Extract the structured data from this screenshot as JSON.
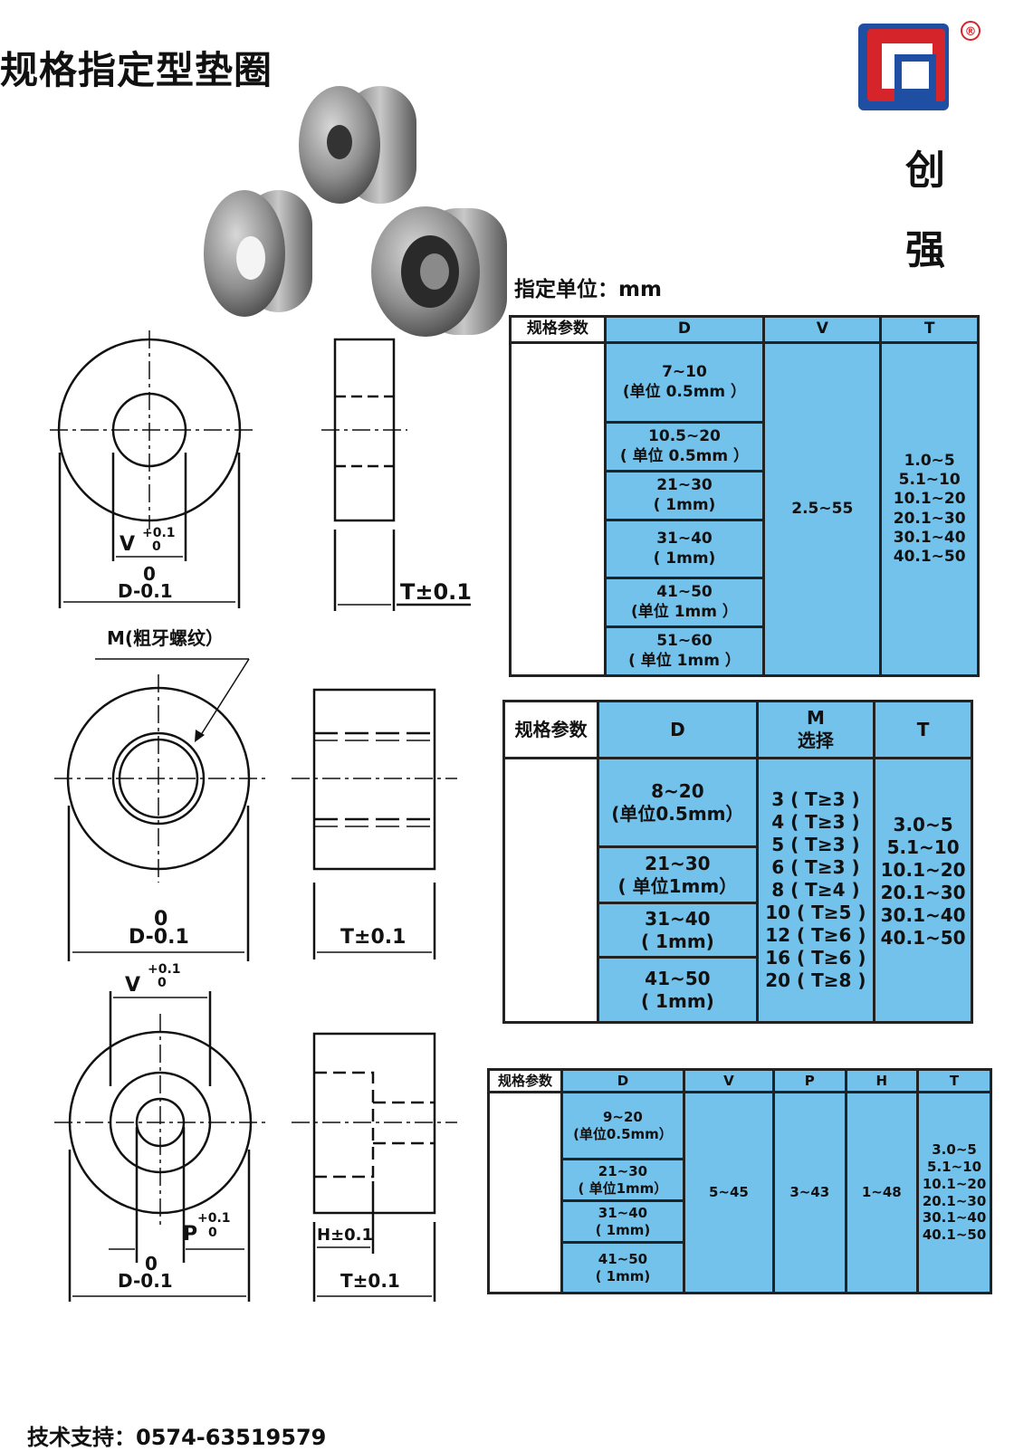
{
  "page": {
    "title": "规格指定型垫圈",
    "brand_chars": [
      "创",
      "强"
    ],
    "brand_logo_lettering": "®",
    "unit_label": "指定单位：mm",
    "footer": "技术支持：0574-63519579"
  },
  "colors": {
    "table_blue": "#72c2ec",
    "logo_red": "#d6252a",
    "logo_blue": "#1f4fa3"
  },
  "drawings": {
    "d1": {
      "v_label": "V",
      "v_tol_upper": "+0.1",
      "v_tol_lower": "0",
      "d_tol": "0",
      "d_label": "D-0.1",
      "t_label": "T±0.1"
    },
    "d2": {
      "m_label": "M(粗牙螺纹）",
      "d_tol": "0",
      "d_label": "D-0.1",
      "t_label": "T±0.1"
    },
    "d3": {
      "v_label": "V",
      "v_tol_upper": "+0.1",
      "v_tol_lower": "0",
      "p_label": "P",
      "p_tol_upper": "+0.1",
      "p_tol_lower": "0",
      "d_tol": "0",
      "d_label": "D-0.1",
      "h_label": "H±0.1",
      "t_label": "T±0.1"
    }
  },
  "table1": {
    "headers": [
      "规格参数",
      "D",
      "V",
      "T"
    ],
    "d_rows": [
      [
        "7~10",
        "(单位 0.5mm ）"
      ],
      [
        "10.5~20",
        "( 单位 0.5mm ）"
      ],
      [
        "21~30",
        "( 1mm)"
      ],
      [
        "31~40",
        "( 1mm)"
      ],
      [
        "41~50",
        "(单位 1mm ）"
      ],
      [
        "51~60",
        "( 单位 1mm ）"
      ]
    ],
    "v_value": "2.5~55",
    "t_values": [
      "1.0~5",
      "5.1~10",
      "10.1~20",
      "20.1~30",
      "30.1~40",
      "40.1~50"
    ]
  },
  "table2": {
    "headers": [
      "规格参数",
      "D",
      "M",
      "选择",
      "T"
    ],
    "d_rows": [
      [
        "8~20",
        "(单位0.5mm）"
      ],
      [
        "21~30",
        "( 单位1mm）"
      ],
      [
        "31~40",
        "( 1mm)"
      ],
      [
        "41~50",
        "( 1mm)"
      ]
    ],
    "m_values": [
      "3 ( T≥3 )",
      "4 ( T≥3 )",
      "5 ( T≥3 )",
      "6 ( T≥3 )",
      "8 ( T≥4 )",
      "10 ( T≥5 )",
      "12 ( T≥6 )",
      "16 ( T≥6 )",
      "20 ( T≥8 )"
    ],
    "t_values": [
      "3.0~5",
      "5.1~10",
      "10.1~20",
      "20.1~30",
      "30.1~40",
      "40.1~50"
    ]
  },
  "table3": {
    "headers": [
      "规格参数",
      "D",
      "V",
      "P",
      "H",
      "T"
    ],
    "d_rows": [
      [
        "9~20",
        "(单位0.5mm）"
      ],
      [
        "21~30",
        "( 单位1mm）"
      ],
      [
        "31~40",
        "( 1mm)"
      ],
      [
        "41~50",
        "( 1mm)"
      ]
    ],
    "v_value": "5~45",
    "p_value": "3~43",
    "h_value": "1~48",
    "t_values": [
      "3.0~5",
      "5.1~10",
      "10.1~20",
      "20.1~30",
      "30.1~40",
      "40.1~50"
    ]
  }
}
